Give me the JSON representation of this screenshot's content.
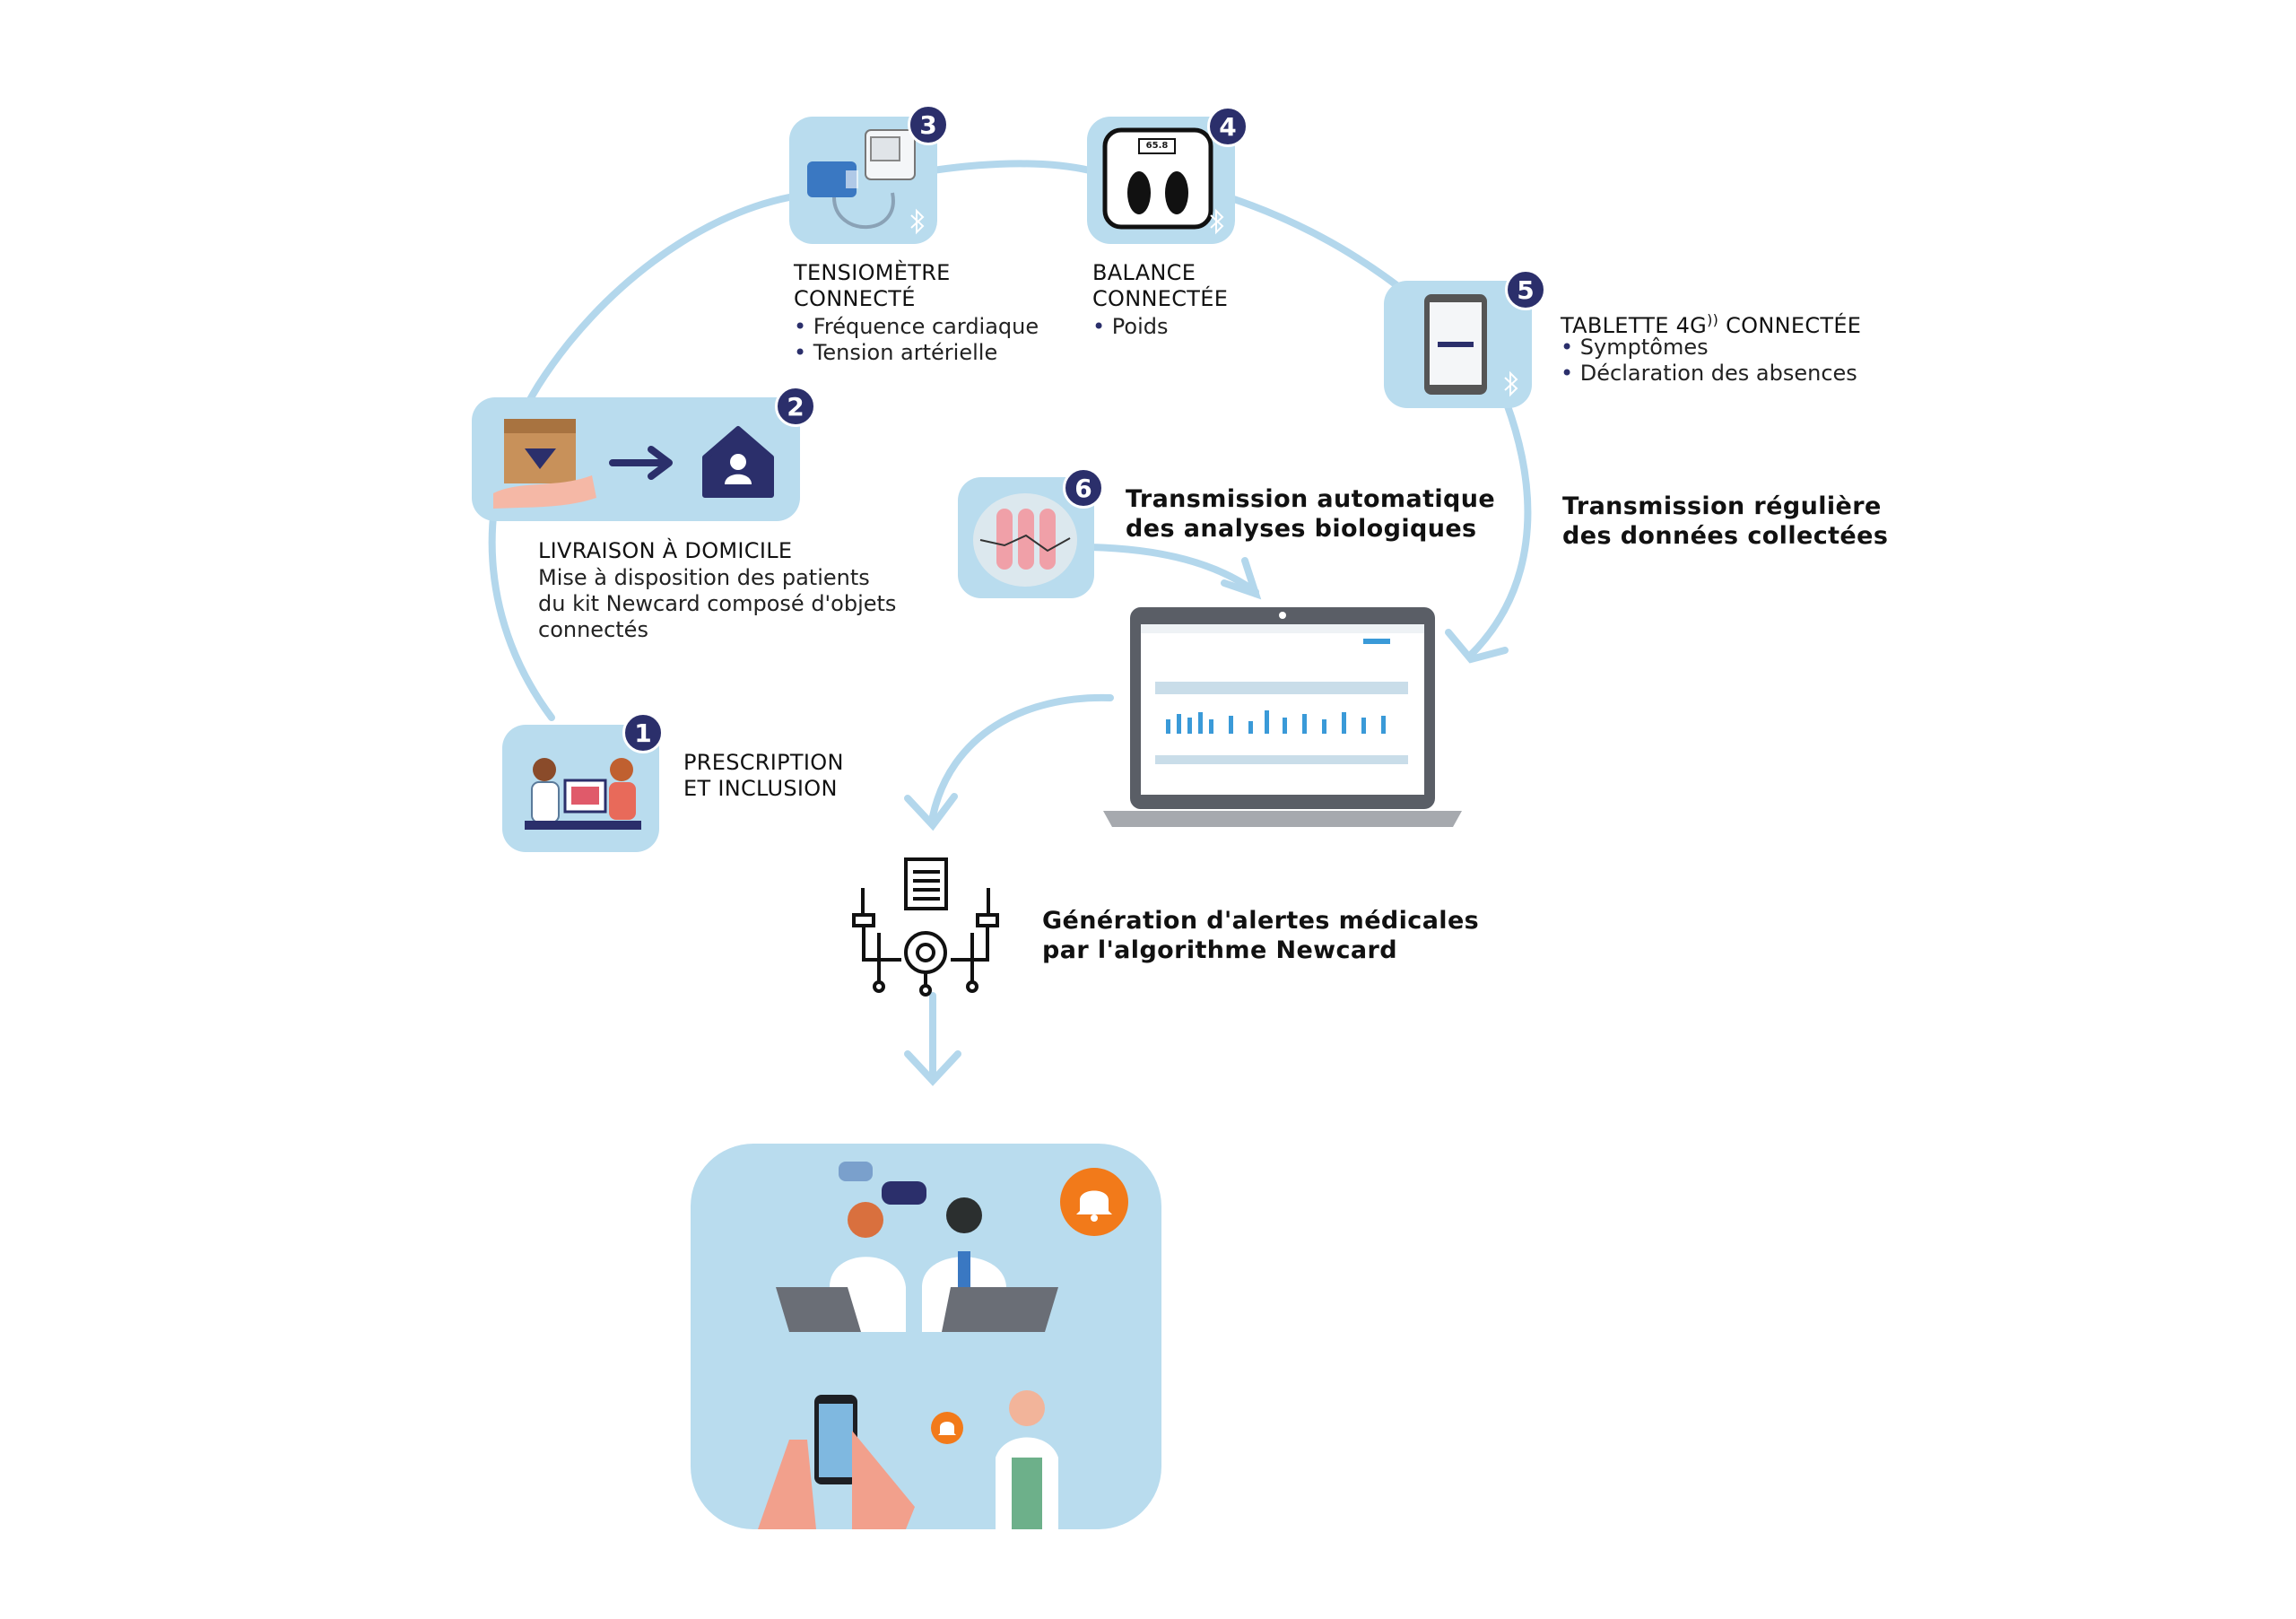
{
  "steps": [
    {
      "number": "1",
      "title": [
        "PRESCRIPTION",
        "ET INCLUSION"
      ]
    },
    {
      "number": "2",
      "title": [
        "LIVRAISON À DOMICILE"
      ],
      "description": [
        "Mise à disposition des patients",
        "du kit Newcard composé d'objets",
        "connectés"
      ]
    },
    {
      "number": "3",
      "title": [
        "TENSIOMÈTRE",
        "CONNECTÉ"
      ],
      "bullets": [
        "Fréquence cardiaque",
        "Tension artérielle"
      ]
    },
    {
      "number": "4",
      "title": [
        "BALANCE",
        "CONNECTÉE"
      ],
      "bullets": [
        "Poids"
      ],
      "scale_reading": "65.8"
    },
    {
      "number": "5",
      "title_before": "TABLETTE 4G",
      "title_after": "CONNECTÉE",
      "bullets": [
        "Symptômes",
        "Déclaration des absences"
      ]
    },
    {
      "number": "6"
    }
  ],
  "captions": {
    "transmission_auto": [
      "Transmission automatique",
      "des analyses biologiques"
    ],
    "transmission_reguliere": [
      "Transmission régulière",
      "des données collectées"
    ],
    "generation_alertes": [
      "Génération d'alertes médicales",
      "par l'algorithme Newcard"
    ]
  },
  "colors": {
    "tile": "#b9dcee",
    "arrow": "#b3d7ec",
    "badge": "#2b2f6b",
    "alert": "#f27a1a"
  },
  "icons": [
    "blood-pressure-monitor-icon",
    "scale-icon",
    "tablet-icon",
    "delivery-box-icon",
    "home-icon",
    "blood-tubes-icon",
    "laptop-dashboard-icon",
    "algorithm-icon",
    "bell-icon",
    "bluetooth-icon"
  ]
}
